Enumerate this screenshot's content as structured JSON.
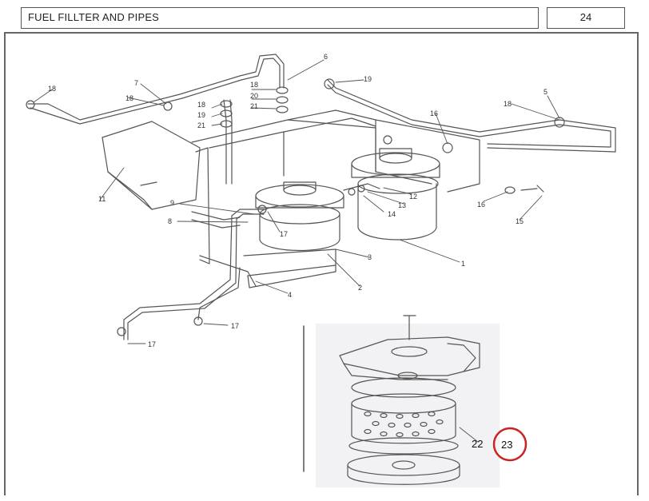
{
  "header": {
    "title": "FUEL FILLTER AND PIPES",
    "page_number": "24"
  },
  "callouts": [
    "1",
    "2",
    "3",
    "4",
    "5",
    "6",
    "7",
    "8",
    "9",
    "11",
    "12",
    "13",
    "14",
    "15",
    "16",
    "17",
    "18",
    "19",
    "20",
    "21",
    "22",
    "23"
  ],
  "highlight": {
    "label": "23",
    "color": "#cc2222"
  },
  "colors": {
    "line": "#555555",
    "frame": "#666666"
  }
}
